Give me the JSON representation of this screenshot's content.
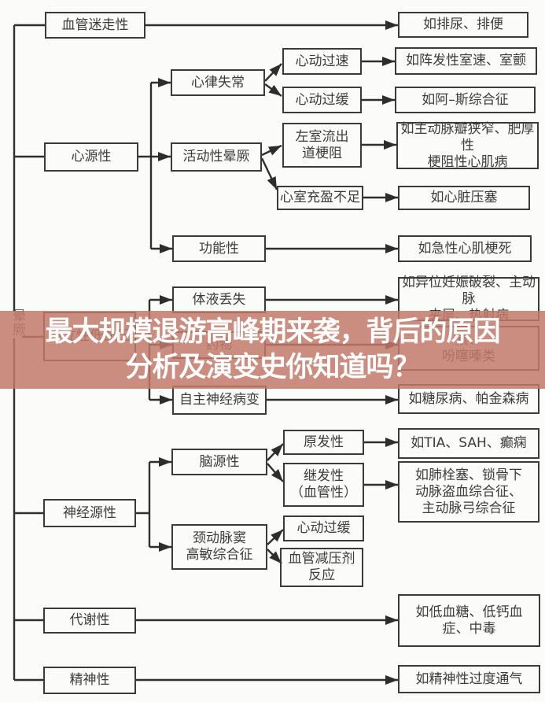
{
  "banner": {
    "line1": "最大规模退游高峰期来袭，背后的原因",
    "line2": "分析及演变史你知道吗？",
    "overlay_color": "#c2796a",
    "overlay_opacity": 0.85,
    "text_color": "#ffffff"
  },
  "diagram": {
    "root": "晕厥",
    "line_color": "#2f2f2f",
    "vasovagal": {
      "label": "血管迷走性",
      "outcome": "如排尿、排便"
    },
    "cardiac": {
      "label": "心源性",
      "arrhythmia": {
        "label": "心律失常",
        "tachycardia": {
          "label": "心动过速",
          "outcome": "如阵发性室速、室颤"
        },
        "bradycardia": {
          "label": "心动过缓",
          "outcome": "如阿–斯综合征"
        }
      },
      "activity": {
        "label": "活动性晕厥",
        "lvot": {
          "label": "左室流出\n道梗阻",
          "outcome": "如主动脉瓣狭窄、肥厚性\n梗阻性心肌病"
        },
        "filling": {
          "label": "心室充盈不足",
          "outcome": "如心脏压塞"
        }
      },
      "functional": {
        "label": "功能性",
        "outcome": "如急性心肌梗死"
      }
    },
    "orthostatic": {
      "label": "直立性低血压",
      "fluid": {
        "label": "体液丢失",
        "outcome": "如异位妊娠破裂、主动脉\n夹层、热射病"
      },
      "drug": {
        "label": "药物",
        "outcome_visible": "素、\n吩噻嗪类"
      },
      "autonomic": {
        "label": "自主神经病变",
        "outcome": "如糖尿病、帕金森病"
      }
    },
    "neurogenic": {
      "label": "神经源性",
      "brain": {
        "label": "脑源性",
        "primary": {
          "label": "原发性",
          "outcome": "如TIA、SAH、癫痫"
        },
        "secondary": {
          "label": "继发性\n（血管性）",
          "outcome": "如肺栓塞、锁骨下\n动脉盗血综合征、\n主动脉弓综合征"
        }
      },
      "carotid": {
        "label": "颈动脉窦\n高敏综合征",
        "bradycardia": {
          "label": "心动过缓"
        },
        "vasodepressor": {
          "label": "血管减压剂\n反应"
        }
      }
    },
    "metabolic": {
      "label": "代谢性",
      "outcome": "如低血糖、低钙血\n症、中毒"
    },
    "psychiatric": {
      "label": "精神性",
      "outcome": "如精神性过度通气"
    }
  }
}
